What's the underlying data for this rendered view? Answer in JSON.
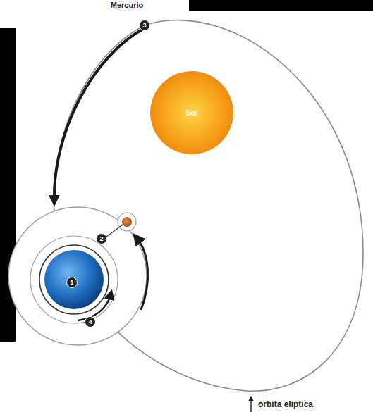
{
  "diagram": {
    "nodes": [
      {
        "text": [
          "Sol"
        ]
      }
    ],
    "labels": [
      "1",
      "2",
      "3",
      "4",
      "órbita elíptica",
      "Mercurio"
    ]
  }
}
